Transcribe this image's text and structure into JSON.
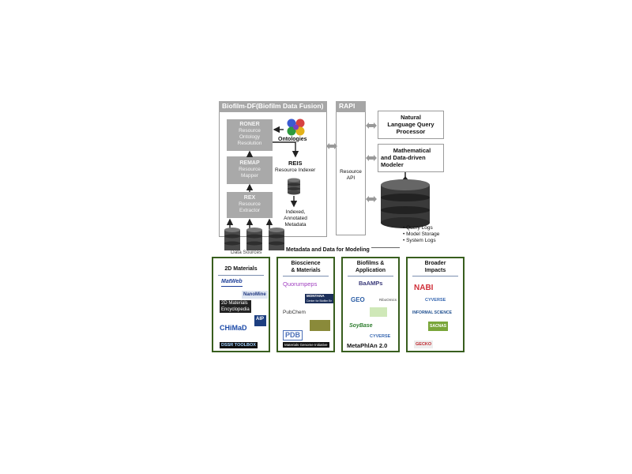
{
  "df": {
    "title": "Biofilm-DF(Biofilm Data Fusion)",
    "roner": {
      "title": "RONER",
      "lines": [
        "Resource",
        "Ontology",
        "Resolution"
      ]
    },
    "remap": {
      "title": "REMAP",
      "lines": [
        "Resource",
        "Mapper"
      ]
    },
    "rex": {
      "title": "REX",
      "lines": [
        "Resource",
        "Extractor"
      ]
    },
    "ontologies": "Ontologies",
    "reis": {
      "title": "REIS",
      "subtitle": "Resource Indexer"
    },
    "indexed": [
      "Indexed,",
      "Annotated",
      "Metadata"
    ],
    "data_sources": "Data Sources"
  },
  "rapi": {
    "title": "RAPI",
    "lines": [
      "Resource",
      "API"
    ]
  },
  "nlqp": [
    "Natural",
    "Language Query",
    "Processor"
  ],
  "mdm": [
    "Mathematical",
    "and Data-driven",
    "Modeler"
  ],
  "logs": [
    "Query Logs",
    "Model Storage",
    "System Logs"
  ],
  "metadata_title": "Metadata and Data for Modeling",
  "panels": [
    {
      "title": [
        "2D Materials"
      ],
      "logos": [
        "MatWeb",
        "NanoMine",
        "2D Materials",
        "Encyclopedia",
        "AIP",
        "CHiMaD",
        "DSSR TOOLBOX"
      ]
    },
    {
      "title": [
        "Bioscience",
        "& Materials"
      ],
      "logos": [
        "Quorumpeps",
        "MONTANA",
        "Center for Biofilm Engineering",
        "PubChem",
        "PDB",
        "Materials Genome Initiative"
      ]
    },
    {
      "title": [
        "Biofilms &",
        "Application"
      ],
      "logos": [
        "BaAMPs",
        "GEO",
        "RiboOmics",
        "SoyBase",
        "CYVERSE",
        "MetaPhlAn 2.0"
      ]
    },
    {
      "title": [
        "Broader",
        "Impacts"
      ],
      "logos": [
        "NABI",
        "CYVERSE",
        "INFORMAL SCIENCE",
        "SACNAS",
        "GECKO"
      ]
    }
  ],
  "colors": {
    "panel_border": "#385e1e",
    "header_gray": "#a6a6a6",
    "box_gray": "#a9a9a9"
  }
}
